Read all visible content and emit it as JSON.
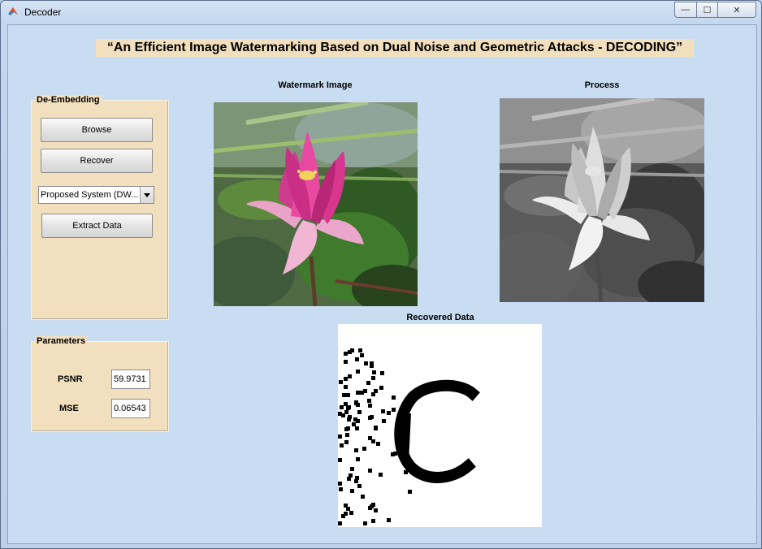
{
  "window": {
    "title": "Decoder",
    "minimize_glyph": "—",
    "maximize_glyph": "☐",
    "close_glyph": "✕"
  },
  "heading": "“An Efficient Image Watermarking Based on Dual Noise and Geometric Attacks - DECODING”",
  "de_embedding": {
    "title": "De-Embedding",
    "browse_label": "Browse",
    "recover_label": "Recover",
    "method_selected": "Proposed System (DW...",
    "extract_label": "Extract Data"
  },
  "parameters": {
    "title": "Parameters",
    "psnr_label": "PSNR",
    "psnr_value": "59.9731",
    "mse_label": "MSE",
    "mse_value": "0.06543"
  },
  "axes": {
    "watermark_title": "Watermark Image",
    "process_title": "Process",
    "recovered_title": "Recovered Data"
  },
  "colors": {
    "panel": "#f2dfbd",
    "background": "#c8dcf2",
    "lotus": "#d9368f"
  }
}
